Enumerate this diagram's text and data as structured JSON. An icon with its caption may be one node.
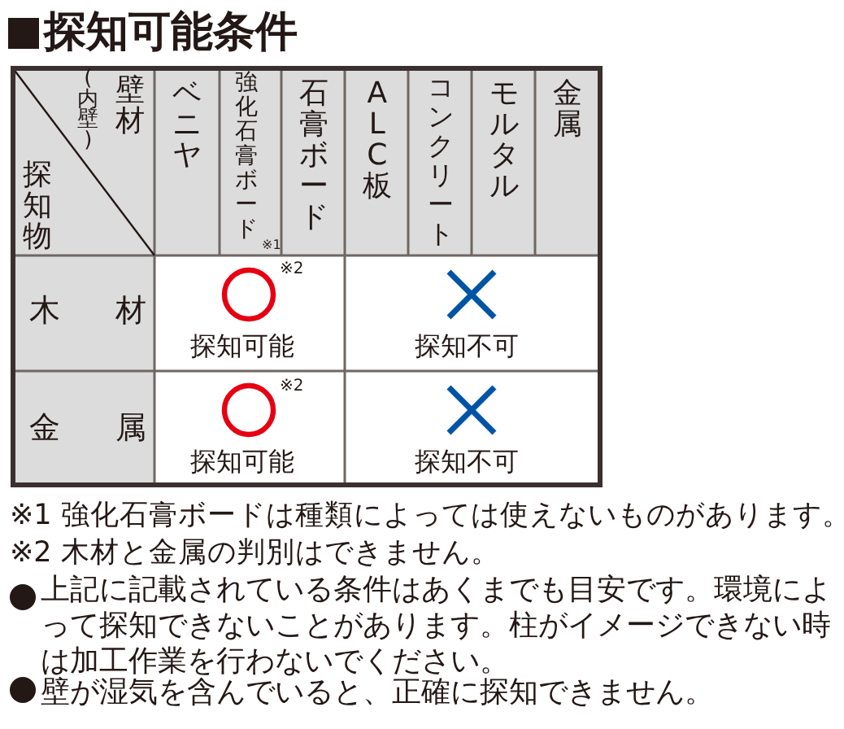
{
  "diagram": {
    "title": "探知可能条件",
    "labels": [
      "壁材",
      "(内壁)",
      "探知物",
      "ベニヤ",
      "強化石膏ボード",
      "※1",
      "石膏ボード",
      "ALC板",
      "コンクリート",
      "モルタル",
      "金属",
      "木 材",
      "※2",
      "探知可能",
      "探知不可",
      "金 属",
      "※2",
      "探知可能",
      "探知不可",
      "※1 強化石膏ボードは種類によっては使えないものがあります。",
      "※2 木材と金属の判別はできません。",
      "上記に記載されている条件はあくまでも目安です。環境によって探知できないことがあります。柱がイメージできない時は加工作業を行わないでください。",
      "壁が湿気を含んでいると、正確に探知できません。"
    ]
  }
}
